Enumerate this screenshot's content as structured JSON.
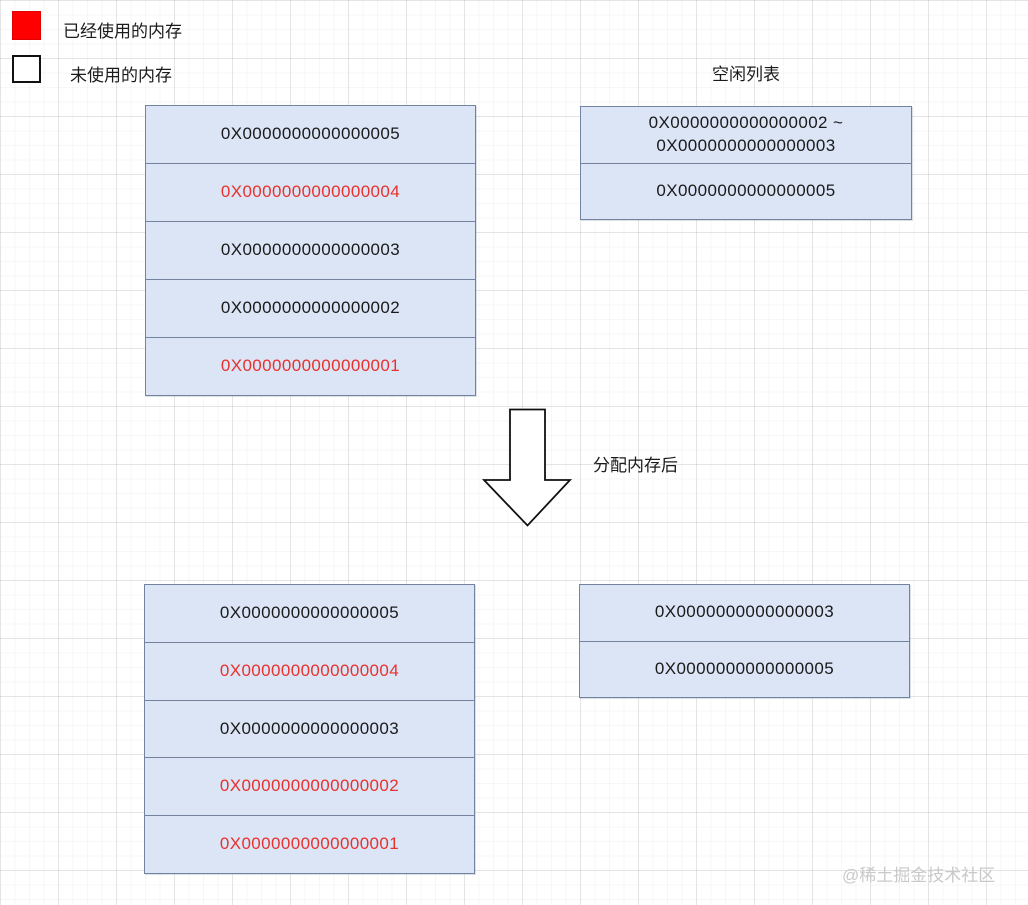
{
  "legend": {
    "items": [
      {
        "label": "已经使用的内存",
        "status": "used",
        "swatch_color": "#fe0000"
      },
      {
        "label": "未使用的内存",
        "status": "free",
        "swatch_color": "#ffffff"
      }
    ]
  },
  "free_list_title": "空闲列表",
  "arrow_label": "分配内存后",
  "colors": {
    "used_text": "#e8312d",
    "free_text": "#1a1a1a",
    "cell_fill": "#dbe5f6",
    "cell_border": "#72829f",
    "legend_used": "#fe0000"
  },
  "before": {
    "memory_stack": {
      "rows": [
        {
          "text": "0X0000000000000005",
          "status": "free",
          "color": "#1a1a1a"
        },
        {
          "text": "0X0000000000000004",
          "status": "used",
          "color": "#e8312d"
        },
        {
          "text": "0X0000000000000003",
          "status": "free",
          "color": "#1a1a1a"
        },
        {
          "text": "0X0000000000000002",
          "status": "free",
          "color": "#1a1a1a"
        },
        {
          "text": "0X0000000000000001",
          "status": "used",
          "color": "#e8312d"
        }
      ]
    },
    "free_list": {
      "rows": [
        {
          "text": "0X0000000000000002 ~\n0X0000000000000003",
          "color": "#1a1a1a"
        },
        {
          "text": "0X0000000000000005",
          "color": "#1a1a1a"
        }
      ]
    }
  },
  "after": {
    "memory_stack": {
      "rows": [
        {
          "text": "0X0000000000000005",
          "status": "free",
          "color": "#1a1a1a"
        },
        {
          "text": "0X0000000000000004",
          "status": "used",
          "color": "#e8312d"
        },
        {
          "text": "0X0000000000000003",
          "status": "free",
          "color": "#1a1a1a"
        },
        {
          "text": "0X0000000000000002",
          "status": "used",
          "color": "#e8312d"
        },
        {
          "text": "0X0000000000000001",
          "status": "used",
          "color": "#e8312d"
        }
      ]
    },
    "free_list": {
      "rows": [
        {
          "text": "0X0000000000000003",
          "color": "#1a1a1a"
        },
        {
          "text": "0X0000000000000005",
          "color": "#1a1a1a"
        }
      ]
    }
  },
  "watermark": "@稀土掘金技术社区"
}
